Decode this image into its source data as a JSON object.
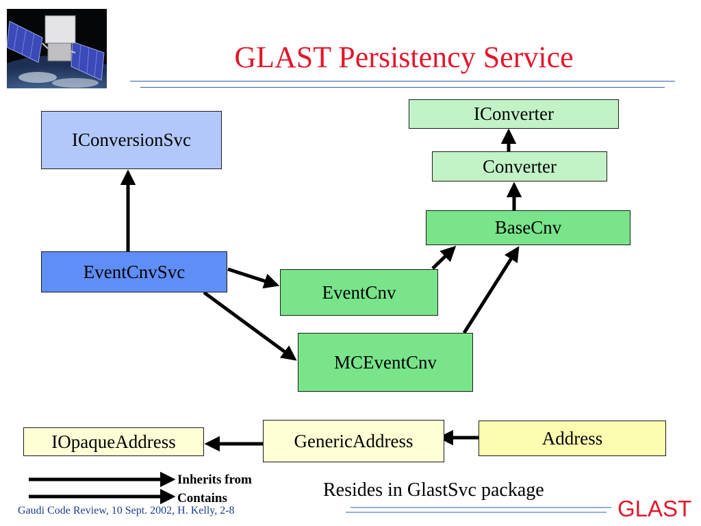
{
  "title": "GLAST Persistency Service",
  "nodes": {
    "iconversionsvc": "IConversionSvc",
    "eventcnvsvc": "EventCnvSvc",
    "iconverter": "IConverter",
    "converter": "Converter",
    "basecnv": "BaseCnv",
    "eventcnv": "EventCnv",
    "mceventcnv": "MCEventCnv",
    "iopaqueaddress": "IOpaqueAddress",
    "genericaddress": "GenericAddress",
    "address": "Address"
  },
  "legend": {
    "inherits": "Inherits from",
    "contains": "Contains"
  },
  "note": "Resides in GlastSvc package",
  "footer": "Gaudi Code Review, 10 Sept. 2002, H. Kelly, 2-8",
  "brand": "GLAST",
  "colors": {
    "title": "#e4162b",
    "light_blue": "#b2c8fb",
    "blue": "#5f8ef7",
    "light_green": "#c2f3c7",
    "green": "#79e48a",
    "light_yellow": "#ffffd6",
    "yellow": "#fdfdb0"
  }
}
